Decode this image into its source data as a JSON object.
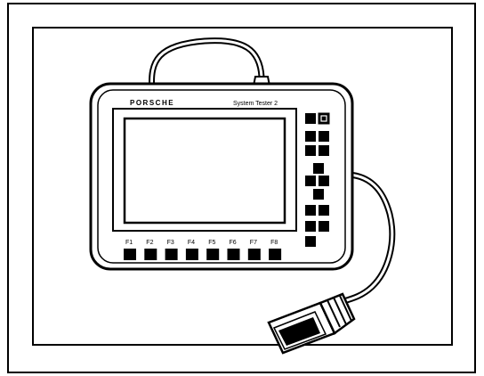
{
  "device": {
    "brand": "PORSCHE",
    "model": "System Tester 2"
  },
  "function_keys": [
    "F1",
    "F2",
    "F3",
    "F4",
    "F5",
    "F6",
    "F7",
    "F8"
  ],
  "colors": {
    "ink": "#000000",
    "paper": "#ffffff"
  }
}
